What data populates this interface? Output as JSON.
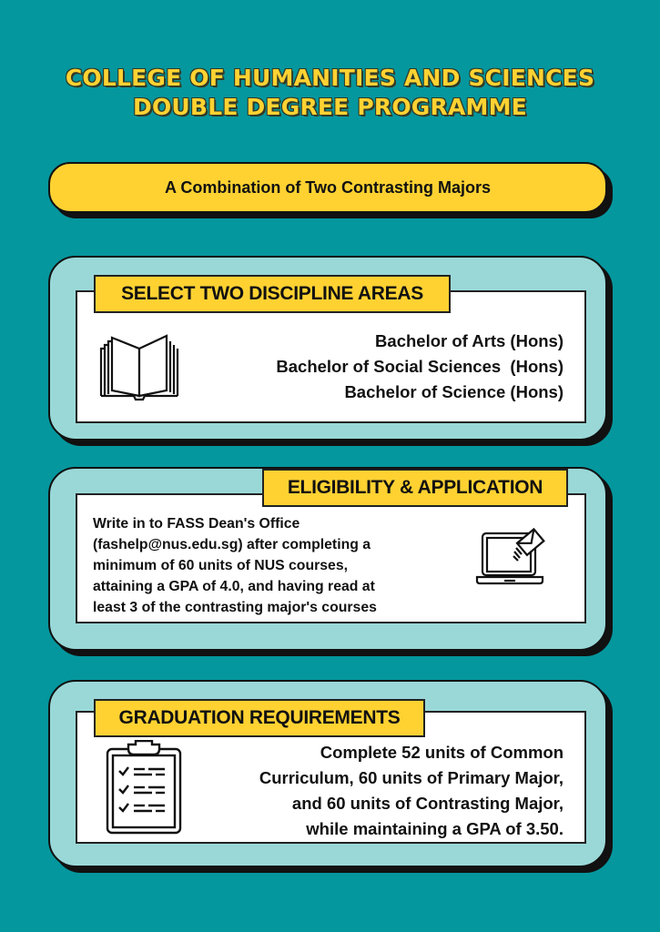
{
  "header": {
    "title_lines": [
      "COLLEGE OF HUMANITIES AND SCIENCES",
      "DOUBLE DEGREE PROGRAMME"
    ],
    "subtitle": "A Combination of Two Contrasting Majors"
  },
  "sections": [
    {
      "heading": "SELECT TWO DISCIPLINE AREAS",
      "icon": "open-book-icon",
      "lines": [
        "Bachelor of Arts (Hons)",
        "Bachelor of Social Sciences  (Hons)",
        "Bachelor of Science (Hons)"
      ]
    },
    {
      "heading": "ELIGIBILITY & APPLICATION",
      "icon": "laptop-email-icon",
      "lines": [
        "Write in to FASS Dean's Office",
        "(fashelp@nus.edu.sg) after completing a",
        "minimum of 60 units of NUS courses,",
        "attaining a GPA of 4.0, and having read at",
        "least 3 of the contrasting major's courses"
      ]
    },
    {
      "heading": "GRADUATION REQUIREMENTS",
      "icon": "clipboard-checklist-icon",
      "lines": [
        "Complete 52 units of Common",
        "Curriculum, 60 units of Primary Major,",
        "and 60 units of Contrasting Major,",
        "while maintaining a GPA of 3.50."
      ]
    }
  ],
  "colors": {
    "background": "#05979e",
    "accent_yellow": "#ffd232",
    "panel_teal": "#9ad8d8",
    "inner_white": "#ffffff",
    "outline": "#111111"
  }
}
